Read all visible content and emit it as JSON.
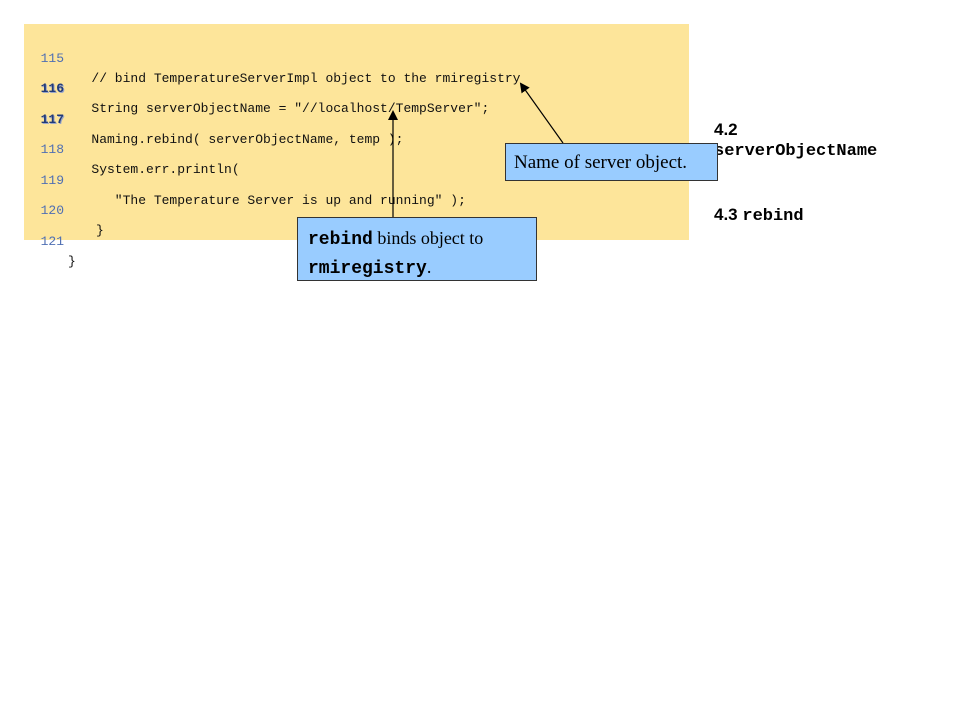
{
  "code": {
    "lines": [
      {
        "num": "115",
        "text": "   // bind TemperatureServerImpl object to the rmiregistry",
        "bold": false
      },
      {
        "num": "116",
        "text": "   String serverObjectName = \"//localhost/TempServer\";",
        "bold": true
      },
      {
        "num": "117",
        "text": "   Naming.rebind( serverObjectName, temp );",
        "bold": true
      },
      {
        "num": "118",
        "text": "   System.err.println(",
        "bold": false
      },
      {
        "num": "119",
        "text": "      \"The Temperature Server is up and running\" );",
        "bold": false
      },
      {
        "num": "120",
        "text": "}",
        "bold": false
      },
      {
        "num": "121",
        "text": "}",
        "bold": false
      }
    ]
  },
  "outline": {
    "item1": {
      "number": "4.2",
      "label": "serverObjectName"
    },
    "item2": {
      "number": "4.3",
      "label": "rebind"
    }
  },
  "callouts": {
    "server_name": {
      "text": "Name of server object."
    },
    "rebind": {
      "code1": "rebind",
      "text1": " binds object to",
      "code2": "rmiregistry",
      "text2": "."
    }
  },
  "colors": {
    "code_background": "#fde59a",
    "callout_background": "#99ccff",
    "line_number": "#4f6fb3"
  }
}
